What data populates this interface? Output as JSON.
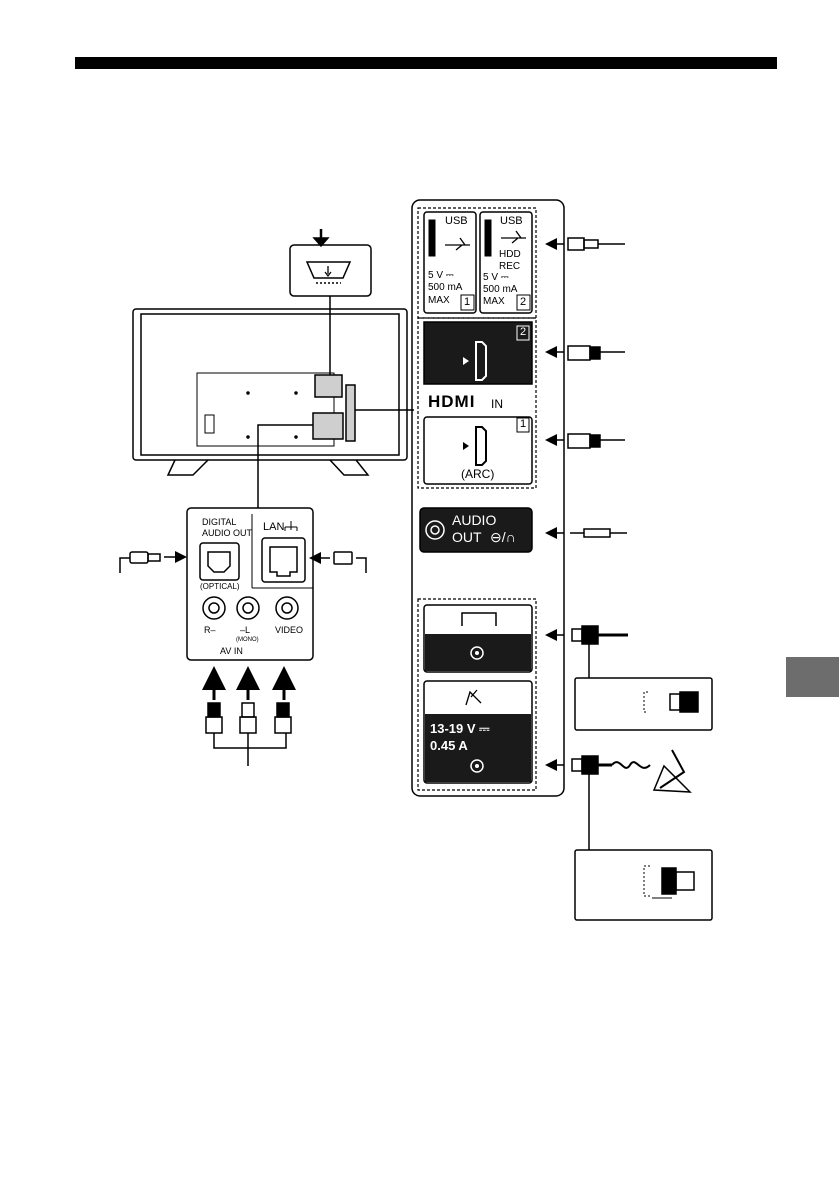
{
  "usb1": {
    "name": "USB",
    "rating": [
      "5 V ⎓",
      "500 mA",
      "MAX"
    ],
    "number": "1"
  },
  "usb2": {
    "name": "USB",
    "sub": [
      "HDD",
      "REC"
    ],
    "rating": [
      "5 V ⎓",
      "500 mA",
      "MAX"
    ],
    "number": "2"
  },
  "hdmi": {
    "logo": "HDMI",
    "in": "IN",
    "port2": "2",
    "port1": "1",
    "arc": "(ARC)"
  },
  "audio_out": {
    "line1": "AUDIO",
    "line2": "OUT"
  },
  "satellite": {
    "voltage": "13-19 V ⎓",
    "current": "0.45 A"
  },
  "bottom_panel": {
    "digital": "DIGITAL",
    "audio_out": "AUDIO OUT",
    "optical": "(OPTICAL)",
    "lan": "LAN",
    "r": "R–",
    "l": "–L",
    "mono": "(MONO)",
    "video": "VIDEO",
    "av_in": "AV IN"
  },
  "colors": {
    "panel_dark": "#1a1a1a",
    "tab_gray": "#6d6d6d",
    "line": "#000000"
  }
}
